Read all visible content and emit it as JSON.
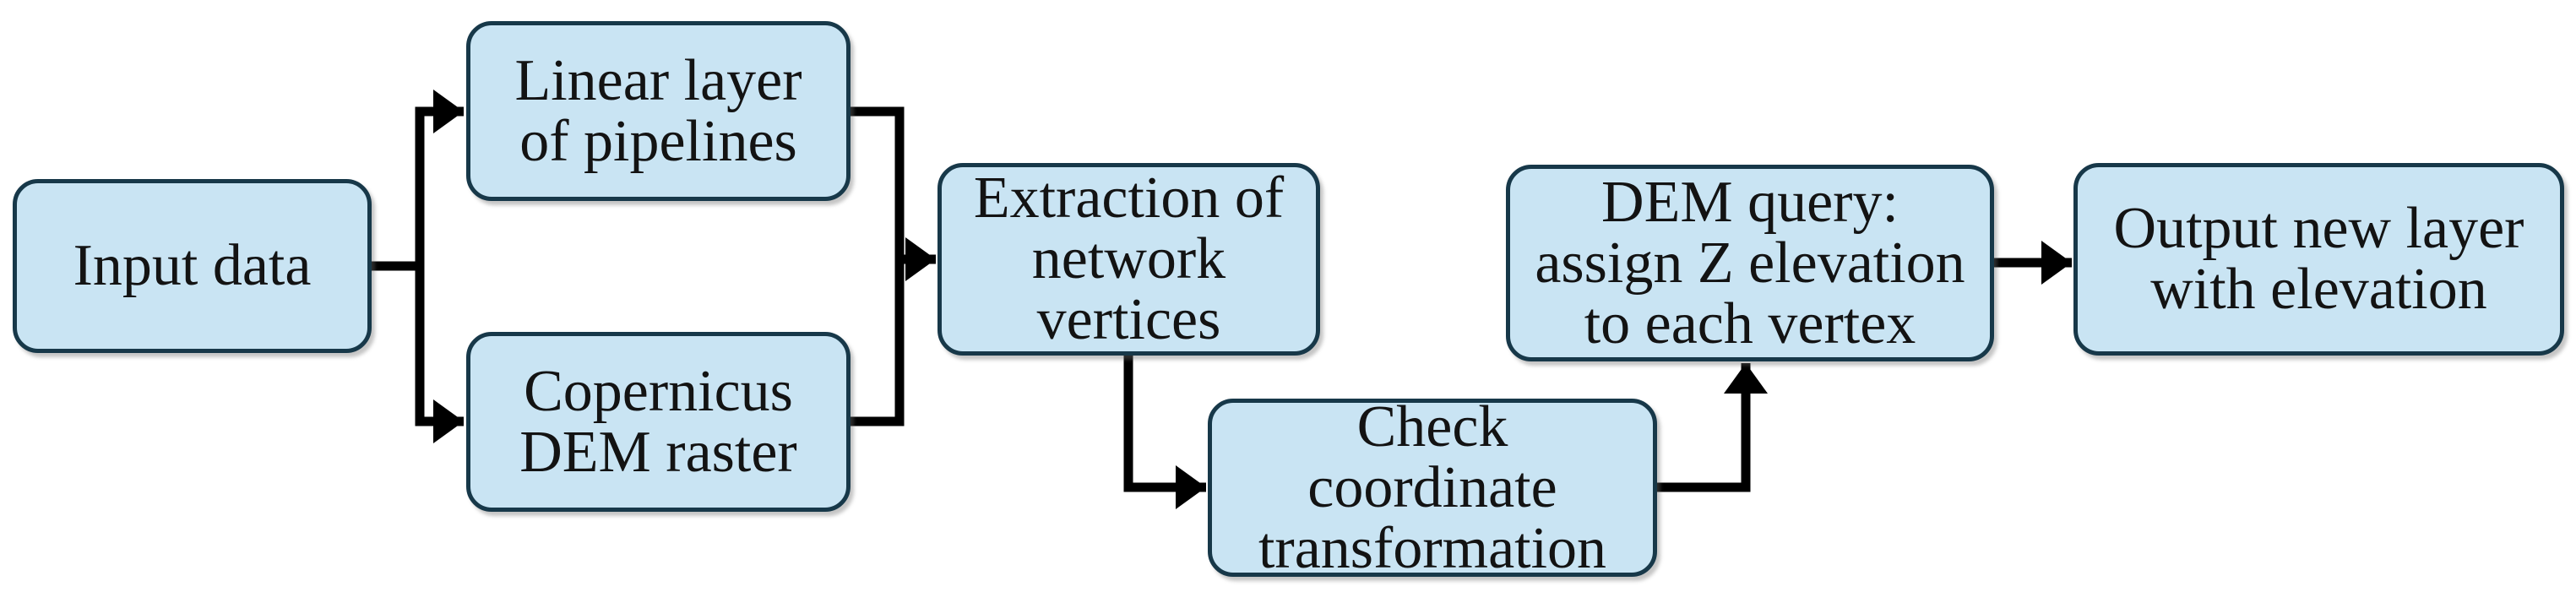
{
  "figure": {
    "type": "flowchart",
    "background": "#ffffff",
    "node_fill": "#c9e4f3",
    "node_border": "#173849",
    "connector_color": "#000000",
    "text_color": "#131313"
  },
  "nodes": [
    {
      "id": "input-data",
      "lines": [
        "Input data"
      ]
    },
    {
      "id": "linear-layer-of-pipelines",
      "lines": [
        "Linear layer",
        "of pipelines"
      ]
    },
    {
      "id": "copernicus-dem-raster",
      "lines": [
        "Copernicus",
        "DEM raster"
      ]
    },
    {
      "id": "extraction-of-network-vertices",
      "lines": [
        "Extraction of",
        "network",
        "vertices"
      ]
    },
    {
      "id": "check-coordinate-transformation",
      "lines": [
        "Check",
        "coordinate",
        "transformation"
      ]
    },
    {
      "id": "dem-query-assign-z-elevation",
      "lines": [
        "DEM query:",
        "assign Z elevation",
        "to each vertex"
      ]
    },
    {
      "id": "output-new-layer-with-elevation",
      "lines": [
        "Output new layer",
        "with elevation"
      ]
    }
  ],
  "edges": [
    {
      "from": "input-data",
      "to": "linear-layer-of-pipelines"
    },
    {
      "from": "input-data",
      "to": "copernicus-dem-raster"
    },
    {
      "from": "linear-layer-of-pipelines",
      "to": "extraction-of-network-vertices"
    },
    {
      "from": "copernicus-dem-raster",
      "to": "extraction-of-network-vertices"
    },
    {
      "from": "extraction-of-network-vertices",
      "to": "check-coordinate-transformation"
    },
    {
      "from": "check-coordinate-transformation",
      "to": "dem-query-assign-z-elevation"
    },
    {
      "from": "dem-query-assign-z-elevation",
      "to": "output-new-layer-with-elevation"
    }
  ]
}
